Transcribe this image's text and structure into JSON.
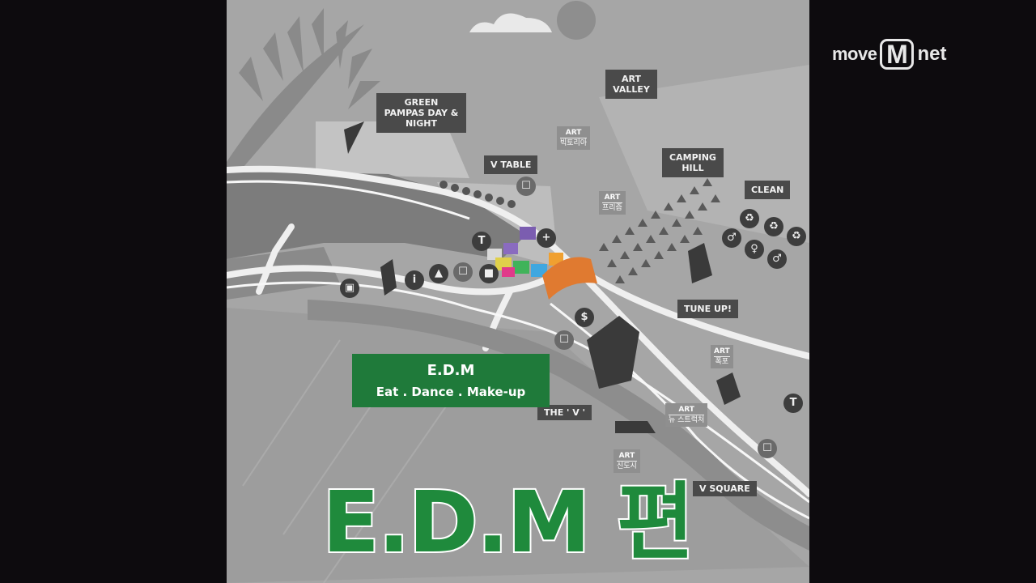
{
  "broadcaster_logo": {
    "left": "move",
    "mark": "M",
    "right": "net"
  },
  "map": {
    "labels": {
      "green_pampas": "GREEN PAMPAS DAY & NIGHT",
      "v_table": "V TABLE",
      "art_valley": "ART VALLEY",
      "camping_hill": "CAMPING HILL",
      "clean": "CLEAN",
      "tune_up": "TUNE UP!",
      "the_v": "THE ' V '",
      "v_square": "V SQUARE"
    },
    "art_spots": [
      {
        "title": "ART",
        "name": "빅토리아"
      },
      {
        "title": "ART",
        "name": "프리즘"
      },
      {
        "title": "ART",
        "name": "폭포"
      },
      {
        "title": "ART",
        "name": "뉴 스트럭처"
      },
      {
        "title": "ART",
        "name": "신도시"
      }
    ],
    "edm_callout": {
      "title": "E.D.M",
      "subtitle": "Eat . Dance . Make-up"
    },
    "icon_glyphs": {
      "info": "i",
      "plus": "+",
      "taxi": "T",
      "dollar": "$"
    }
  },
  "overlay_title": "E.D.M 편"
}
